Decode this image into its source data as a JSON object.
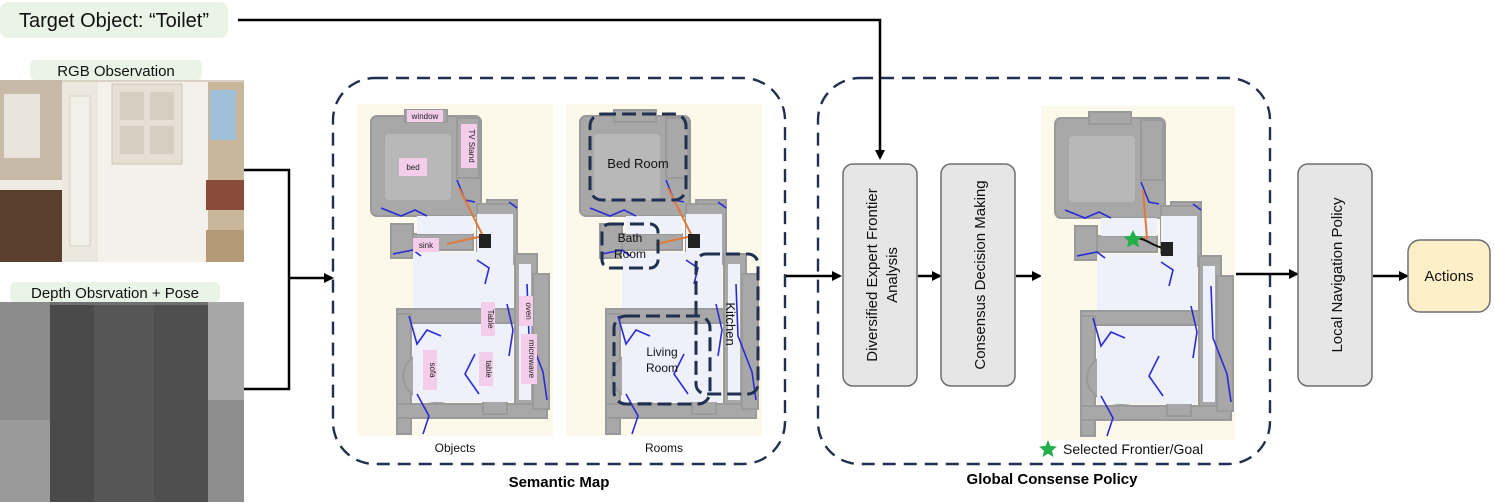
{
  "target": {
    "text": "Target Object: “Toilet”"
  },
  "inputs": {
    "rgb_label": "RGB Observation",
    "depth_label": "Depth Obsrvation + Pose"
  },
  "semantic_map": {
    "title": "Semantic Map",
    "objects_caption": "Objects",
    "rooms_caption": "Rooms",
    "object_labels": [
      "window",
      "TV Stand",
      "bed",
      "sink",
      "Table",
      "oven",
      "microwave",
      "sofa",
      "table"
    ],
    "room_labels": [
      "Bed Room",
      "Bath",
      "Room",
      "Kitchen",
      "Living",
      "Room"
    ]
  },
  "policy": {
    "title": "Global Consense Policy",
    "frontier_box": [
      "Diversified Expert Frontier",
      "Analysis"
    ],
    "consensus_box": "Consensus Decision Making",
    "legend": "Selected Frontier/Goal"
  },
  "local_policy": "Local Navigation Policy",
  "actions": "Actions",
  "colors": {
    "dash": "#1f3050",
    "box_fill": "#e6e6e6",
    "box_stroke": "#6e6e6e",
    "actions_fill": "#fdf0c8",
    "label_green_bg": "#eaf4e6",
    "map_bg": "#fdf9ea",
    "wall": "#a6a6a6",
    "floor": "#eef0fa",
    "frontier_line": "#2b2bd6",
    "path_orange": "#e07a3a",
    "object_tag": "#f3cde9",
    "star": "#21b04a"
  }
}
